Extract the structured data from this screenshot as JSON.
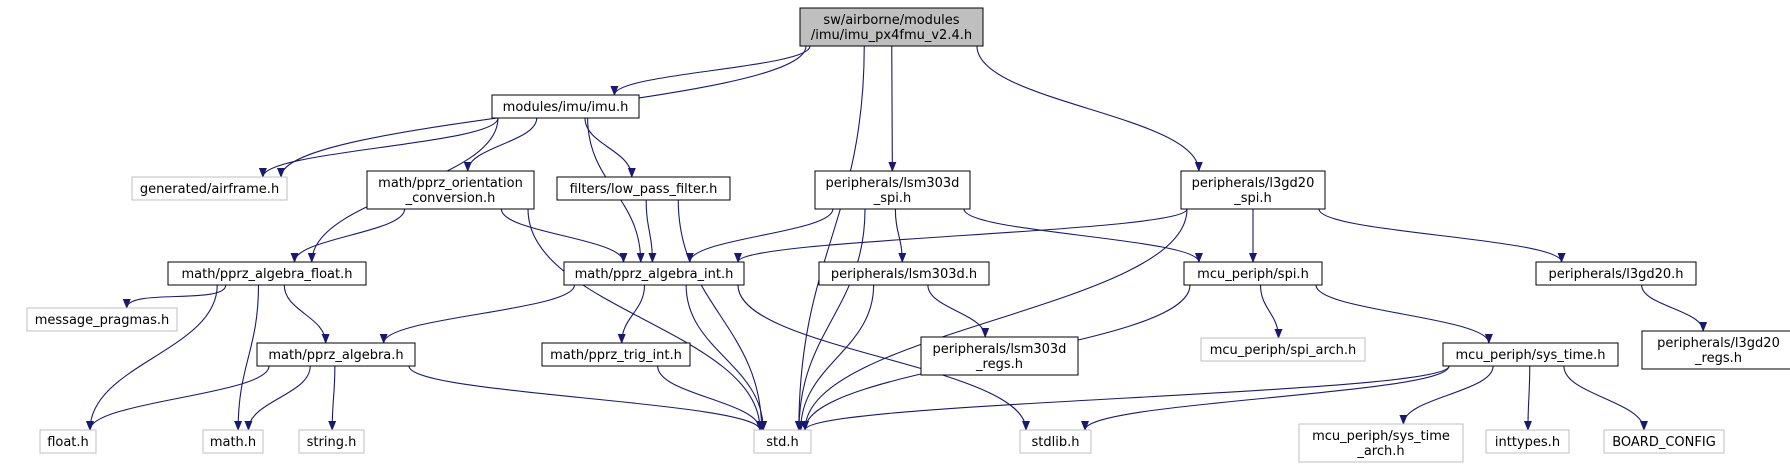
{
  "colors": {
    "edge": "#191970",
    "root_fill": "#bfbfbf",
    "box_stroke": "#000000",
    "ext_stroke": "#bfbfbf",
    "text": "#000000"
  },
  "nodes": [
    {
      "id": "root",
      "lines": [
        "sw/airborne/modules",
        "/imu/imu_px4fmu_v2.4.h"
      ],
      "kind": "root"
    },
    {
      "id": "imu",
      "lines": [
        "modules/imu/imu.h"
      ],
      "kind": "box"
    },
    {
      "id": "lsm303d_spi",
      "lines": [
        "peripherals/lsm303d",
        "_spi.h"
      ],
      "kind": "box"
    },
    {
      "id": "l3gd20_spi",
      "lines": [
        "peripherals/l3gd20",
        "_spi.h"
      ],
      "kind": "box"
    },
    {
      "id": "airframe",
      "lines": [
        "generated/airframe.h"
      ],
      "kind": "ext"
    },
    {
      "id": "orient",
      "lines": [
        "math/pprz_orientation",
        "_conversion.h"
      ],
      "kind": "box"
    },
    {
      "id": "lpf",
      "lines": [
        "filters/low_pass_filter.h"
      ],
      "kind": "box"
    },
    {
      "id": "alg_float",
      "lines": [
        "math/pprz_algebra_float.h"
      ],
      "kind": "box"
    },
    {
      "id": "alg_int",
      "lines": [
        "math/pprz_algebra_int.h"
      ],
      "kind": "box"
    },
    {
      "id": "lsm303d",
      "lines": [
        "peripherals/lsm303d.h"
      ],
      "kind": "box"
    },
    {
      "id": "spi",
      "lines": [
        "mcu_periph/spi.h"
      ],
      "kind": "box"
    },
    {
      "id": "l3gd20",
      "lines": [
        "peripherals/l3gd20.h"
      ],
      "kind": "box"
    },
    {
      "id": "msg_pragmas",
      "lines": [
        "message_pragmas.h"
      ],
      "kind": "ext"
    },
    {
      "id": "alg",
      "lines": [
        "math/pprz_algebra.h"
      ],
      "kind": "box"
    },
    {
      "id": "trig_int",
      "lines": [
        "math/pprz_trig_int.h"
      ],
      "kind": "box"
    },
    {
      "id": "lsm303d_regs",
      "lines": [
        "peripherals/lsm303d",
        "_regs.h"
      ],
      "kind": "box"
    },
    {
      "id": "spi_arch",
      "lines": [
        "mcu_periph/spi_arch.h"
      ],
      "kind": "ext"
    },
    {
      "id": "sys_time",
      "lines": [
        "mcu_periph/sys_time.h"
      ],
      "kind": "box"
    },
    {
      "id": "l3gd20_regs",
      "lines": [
        "peripherals/l3gd20",
        "_regs.h"
      ],
      "kind": "box"
    },
    {
      "id": "float_h",
      "lines": [
        "float.h"
      ],
      "kind": "ext"
    },
    {
      "id": "math_h",
      "lines": [
        "math.h"
      ],
      "kind": "ext"
    },
    {
      "id": "string_h",
      "lines": [
        "string.h"
      ],
      "kind": "ext"
    },
    {
      "id": "std_h",
      "lines": [
        "std.h"
      ],
      "kind": "ext"
    },
    {
      "id": "stdlib_h",
      "lines": [
        "stdlib.h"
      ],
      "kind": "ext"
    },
    {
      "id": "sys_time_arch",
      "lines": [
        "mcu_periph/sys_time",
        "_arch.h"
      ],
      "kind": "ext"
    },
    {
      "id": "inttypes_h",
      "lines": [
        "inttypes.h"
      ],
      "kind": "ext"
    },
    {
      "id": "board_config",
      "lines": [
        "BOARD_CONFIG"
      ],
      "kind": "ext"
    }
  ],
  "edges": [
    {
      "from": "root",
      "to": "imu"
    },
    {
      "from": "root",
      "to": "airframe"
    },
    {
      "from": "root",
      "to": "lsm303d_spi"
    },
    {
      "from": "root",
      "to": "l3gd20_spi"
    },
    {
      "from": "root",
      "to": "std_h"
    },
    {
      "from": "imu",
      "to": "airframe"
    },
    {
      "from": "imu",
      "to": "orient"
    },
    {
      "from": "imu",
      "to": "lpf"
    },
    {
      "from": "imu",
      "to": "alg_float"
    },
    {
      "from": "imu",
      "to": "alg_int"
    },
    {
      "from": "orient",
      "to": "alg_float"
    },
    {
      "from": "orient",
      "to": "alg_int"
    },
    {
      "from": "orient",
      "to": "std_h"
    },
    {
      "from": "lpf",
      "to": "alg_int"
    },
    {
      "from": "lpf",
      "to": "std_h"
    },
    {
      "from": "alg_float",
      "to": "float_h"
    },
    {
      "from": "alg_float",
      "to": "msg_pragmas"
    },
    {
      "from": "alg_float",
      "to": "math_h"
    },
    {
      "from": "alg_float",
      "to": "alg"
    },
    {
      "from": "alg_int",
      "to": "alg"
    },
    {
      "from": "alg_int",
      "to": "trig_int"
    },
    {
      "from": "alg_int",
      "to": "std_h"
    },
    {
      "from": "alg_int",
      "to": "stdlib_h"
    },
    {
      "from": "alg",
      "to": "float_h"
    },
    {
      "from": "alg",
      "to": "math_h"
    },
    {
      "from": "alg",
      "to": "string_h"
    },
    {
      "from": "alg",
      "to": "std_h"
    },
    {
      "from": "trig_int",
      "to": "std_h"
    },
    {
      "from": "lsm303d_spi",
      "to": "alg_int"
    },
    {
      "from": "lsm303d_spi",
      "to": "std_h"
    },
    {
      "from": "lsm303d_spi",
      "to": "lsm303d"
    },
    {
      "from": "lsm303d_spi",
      "to": "spi"
    },
    {
      "from": "lsm303d",
      "to": "std_h"
    },
    {
      "from": "lsm303d",
      "to": "lsm303d_regs"
    },
    {
      "from": "l3gd20_spi",
      "to": "alg_int"
    },
    {
      "from": "l3gd20_spi",
      "to": "spi"
    },
    {
      "from": "l3gd20_spi",
      "to": "l3gd20"
    },
    {
      "from": "l3gd20_spi",
      "to": "std_h"
    },
    {
      "from": "l3gd20",
      "to": "l3gd20_regs"
    },
    {
      "from": "spi",
      "to": "std_h"
    },
    {
      "from": "spi",
      "to": "spi_arch"
    },
    {
      "from": "spi",
      "to": "sys_time"
    },
    {
      "from": "sys_time",
      "to": "std_h"
    },
    {
      "from": "sys_time",
      "to": "stdlib_h"
    },
    {
      "from": "sys_time",
      "to": "sys_time_arch"
    },
    {
      "from": "sys_time",
      "to": "inttypes_h"
    },
    {
      "from": "sys_time",
      "to": "board_config"
    }
  ]
}
